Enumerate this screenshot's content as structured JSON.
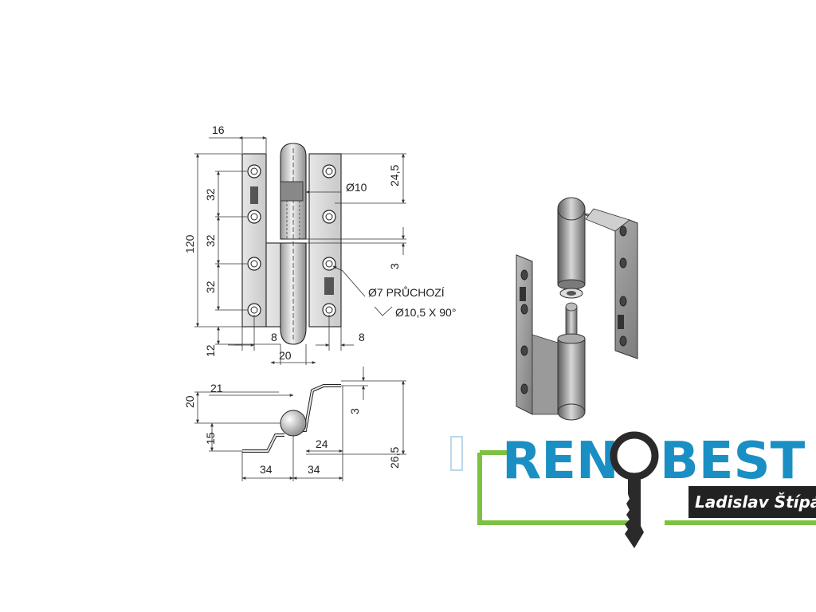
{
  "drawing": {
    "front_view": {
      "dims": {
        "top_width": "16",
        "height_total": "120",
        "pitch_1": "32",
        "pitch_2": "32",
        "pitch_3": "32",
        "bottom_margin": "12",
        "offset_left": "8",
        "offset_right": "8",
        "pin_width": "20",
        "top_offset": "24,5",
        "gap": "3"
      },
      "callouts": {
        "pin_diameter": "Ø10",
        "hole": "Ø7 PRŮCHOZÍ",
        "countersink": "Ø10,5 X 90°"
      }
    },
    "section_view": {
      "dims": {
        "height_a": "20",
        "width_a": "21",
        "step": "3",
        "height_b": "15",
        "width_b": "24",
        "leg_left": "34",
        "leg_right": "34",
        "depth": "26,5"
      }
    }
  },
  "logo": {
    "text_left": "REN",
    "text_right": "BEST",
    "tagline": "Ladislav Štípán",
    "colors": {
      "blue": "#1a8fc4",
      "green": "#7cc242",
      "dark": "#222222"
    }
  }
}
